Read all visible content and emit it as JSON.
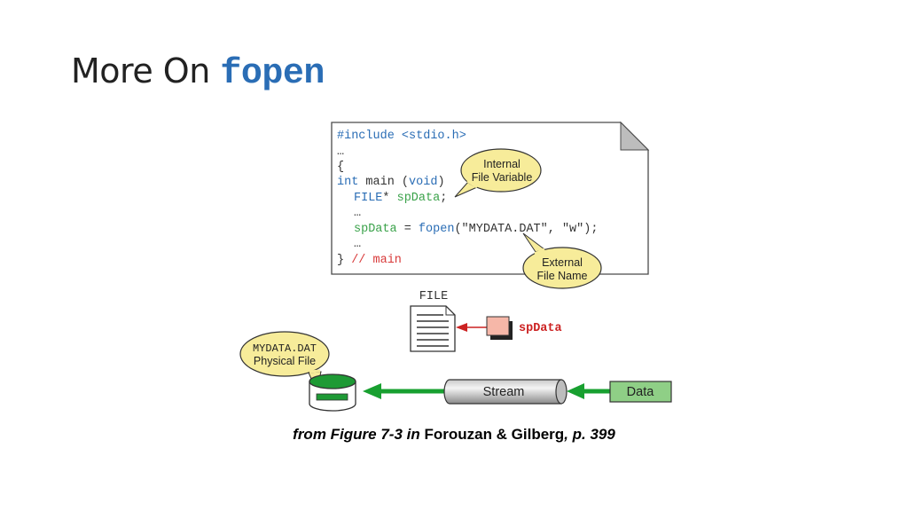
{
  "title": {
    "prefix": "More On ",
    "code": "fopen"
  },
  "code_panel": {
    "include_directive": "#include <stdio.h>",
    "ellipsis": "…",
    "open_brace": "{",
    "main_kw": "int",
    "main_sig": " main (",
    "main_param": "void",
    "main_close": ")",
    "decl_type": "FILE",
    "decl_star": "* ",
    "decl_var": "spData",
    "decl_end": ";",
    "assign_var": "spData",
    "assign_eq": " = ",
    "assign_fn": "fopen",
    "assign_args": "(\"MYDATA.DAT\", \"w\");",
    "close_brace": "} ",
    "close_comment": "// main"
  },
  "callouts": {
    "internal_line1": "Internal",
    "internal_line2": "File Variable",
    "external_line1": "External",
    "external_line2": "File Name",
    "physical_line1": "MYDATA.DAT",
    "physical_line2": "Physical File"
  },
  "file_label": "FILE",
  "pointer_label": "spData",
  "stream_label": "Stream",
  "data_label": "Data",
  "caption": {
    "part1": "from Figure 7-3 in",
    "part2": " Forouzan & Gilberg",
    "part3": ", p. 399"
  },
  "colors": {
    "title_code": "#2a6db5",
    "code_blue": "#2a6db5",
    "code_green": "#3aa24a",
    "code_red": "#d83a3a",
    "callout_fill": "#f7ec9a",
    "arrow_green": "#18a030",
    "pointer_red": "#cc2222",
    "pointer_box": "#f6b7a8",
    "data_box": "#8fcf86"
  }
}
